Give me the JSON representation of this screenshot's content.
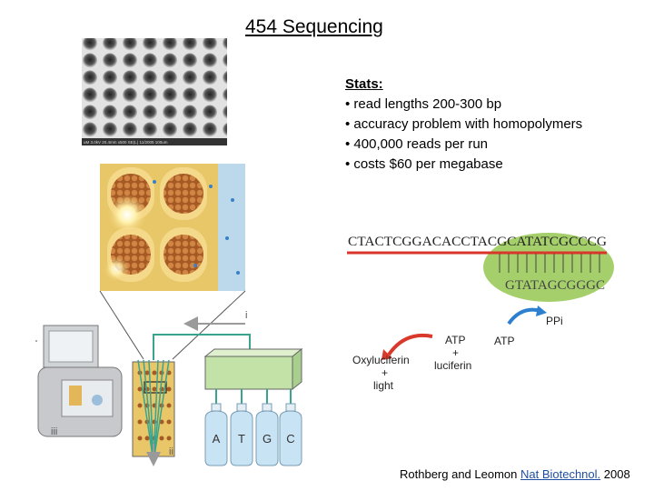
{
  "slide": {
    "title": "454 Sequencing",
    "stats_heading": "Stats:",
    "stats": [
      "• read lengths 200-300 bp",
      "• accuracy problem with homopolymers",
      "• 400,000 reads per run",
      "• costs $60 per megabase"
    ],
    "citation_prefix": "Rothberg and Leomon ",
    "citation_link": "Nat Biotechnol.",
    "citation_suffix": " 2008"
  },
  "figure": {
    "template_seq": "CTACTCGGACACCTACGCATATCGCCCG",
    "synth_seq": "GTATAGCGGGC",
    "ppi_label": "PPi",
    "atp_label": "ATP",
    "atp_luciferin_1": "ATP",
    "atp_luciferin_2": "+",
    "atp_luciferin_3": "luciferin",
    "oxy_1": "Oxyluciferin",
    "oxy_2": "+",
    "oxy_3": "light",
    "roman_i": "i",
    "roman_ii": "ii",
    "roman_iii": "iii",
    "bottles": [
      "A",
      "T",
      "G",
      "C"
    ],
    "sem_caption": "uM 3.0kV 20.4mm x500 SE(L) 11/2005        100um"
  },
  "colors": {
    "sem_bg": "#6c6c6c",
    "well_orange": "#f0c96e",
    "bead_brown": "#b5662f",
    "dna_red": "#d9352b",
    "dna_green": "#a4cf6a",
    "reagent_green": "#c3e2a8",
    "bottle_blue": "#c7e3f4",
    "arrow_red": "#d9392b",
    "arrow_blue": "#2d7fcf"
  }
}
